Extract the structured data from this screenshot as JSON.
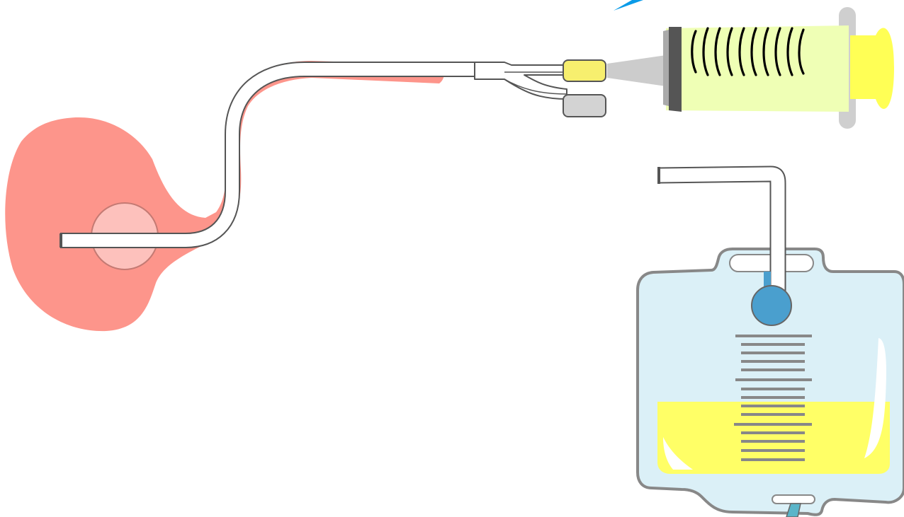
{
  "diagram": {
    "labels": [],
    "colors": {
      "background": "#ffffff",
      "bladder_tissue": "#fd958b",
      "bladder_highlight": "#fdc9c4",
      "catheter_tube": "#ffffff",
      "catheter_outline": "#555555",
      "balloon_port_valve": "#f7ef6e",
      "drainage_port_cap": "#d3d3d3",
      "syringe_barrel": "#efffb5",
      "syringe_tip": "#cccccc",
      "syringe_plunger": "#ffff55",
      "syringe_flange": "#cfcfcf",
      "syringe_graduations": "#000000",
      "bag_body": "#dbf0f7",
      "bag_outline": "#888888",
      "urine": "#ffff66",
      "bag_graduations": "#888888",
      "bag_inlet_valve": "#4a9fce",
      "outlet_clamp": "#5ab5c9",
      "arrow_fragment": "#0a9be8"
    },
    "parts": [
      "bladder",
      "urinary-catheter",
      "balloon-inflation-port",
      "drainage-port",
      "syringe",
      "urine-drainage-bag"
    ]
  }
}
